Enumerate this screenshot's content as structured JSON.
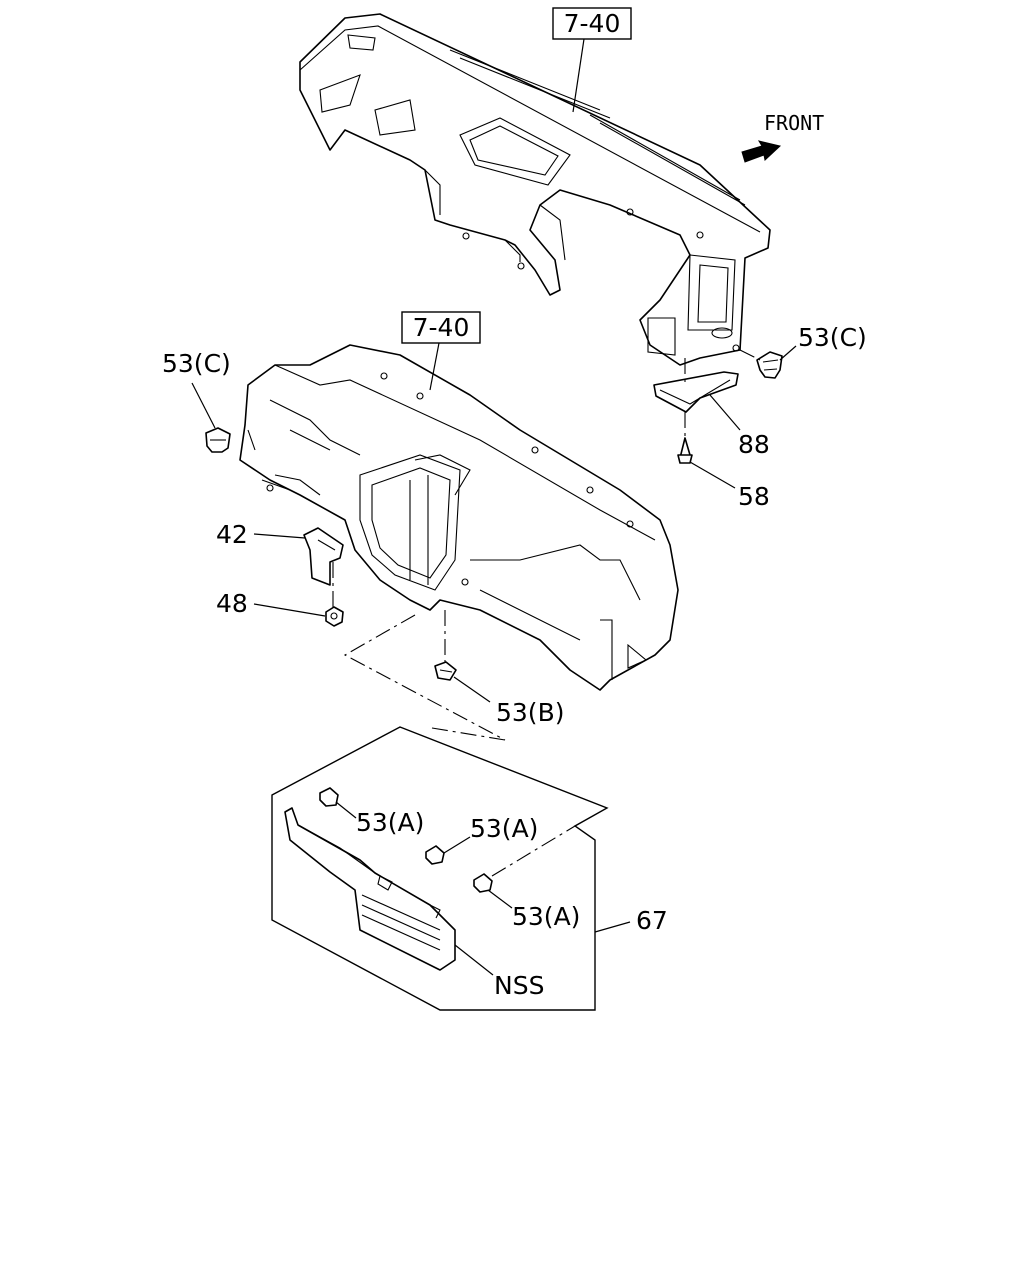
{
  "labels": {
    "ref_top": "7-40",
    "ref_mid": "7-40",
    "front": "FRONT",
    "c53_right": "53(C)",
    "c53_left": "53(C)",
    "p88": "88",
    "p58": "58",
    "p42": "42",
    "p48": "48",
    "b53": "53(B)",
    "a53_1": "53(A)",
    "a53_2": "53(A)",
    "a53_3": "53(A)",
    "p67": "67",
    "nss": "NSS"
  }
}
